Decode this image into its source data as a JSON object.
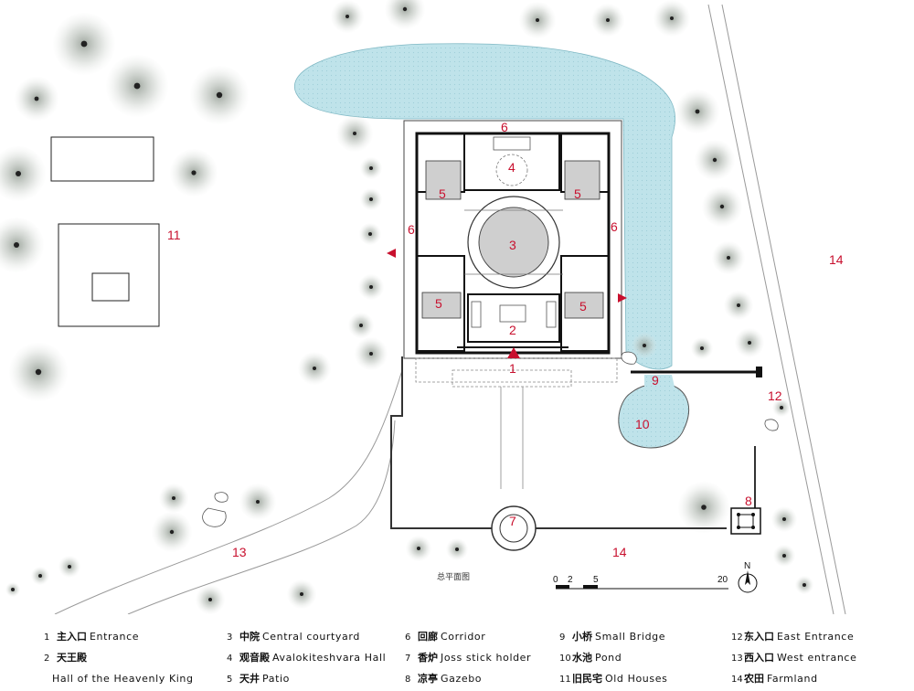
{
  "plan": {
    "caption": "总平面图",
    "zone_labels": [
      "1",
      "2",
      "3",
      "4",
      "5",
      "5",
      "5",
      "5",
      "6",
      "6",
      "6",
      "7",
      "8",
      "9",
      "10",
      "11",
      "12",
      "13",
      "14",
      "14"
    ],
    "scale": {
      "ticks": [
        "0",
        "2",
        "5",
        "20"
      ],
      "north": "N"
    }
  },
  "legend": [
    {
      "n": "1",
      "zh": "主入口",
      "en": "Entrance"
    },
    {
      "n": "2",
      "zh": "天王殿",
      "en": ""
    },
    {
      "n": "",
      "zh": "",
      "en": "Hall of the Heavenly King"
    },
    {
      "n": "3",
      "zh": "中院",
      "en": "Central courtyard"
    },
    {
      "n": "4",
      "zh": "观音殿",
      "en": "Avalokiteshvara Hall"
    },
    {
      "n": "5",
      "zh": "天井",
      "en": "Patio"
    },
    {
      "n": "6",
      "zh": "回廊",
      "en": "Corridor"
    },
    {
      "n": "7",
      "zh": "香炉",
      "en": "Joss stick holder"
    },
    {
      "n": "8",
      "zh": "凉亭",
      "en": "Gazebo"
    },
    {
      "n": "9",
      "zh": "小桥",
      "en": "Small Bridge"
    },
    {
      "n": "10",
      "zh": "水池",
      "en": "Pond"
    },
    {
      "n": "11",
      "zh": "旧民宅",
      "en": "Old Houses"
    },
    {
      "n": "12",
      "zh": "东入口",
      "en": "East Entrance"
    },
    {
      "n": "13",
      "zh": "西入口",
      "en": "West entrance"
    },
    {
      "n": "14",
      "zh": "农田",
      "en": "Farmland"
    }
  ],
  "colors": {
    "water": "#bfe3ea",
    "label": "#c8102e",
    "patio": "#cfcfcf",
    "wall": "#111111"
  }
}
